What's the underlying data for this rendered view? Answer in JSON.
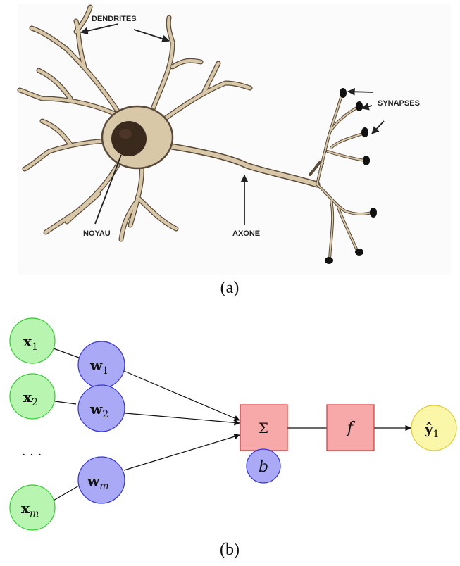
{
  "panel_a": {
    "caption": "(a)",
    "labels": {
      "dendrites": "DENDRITES",
      "synapses": "SYNAPSES",
      "nucleus": "NOYAU",
      "axon": "AXONE"
    }
  },
  "panel_b": {
    "caption": "(b)",
    "inputs": [
      {
        "base": "x",
        "sub": "1"
      },
      {
        "base": "x",
        "sub": "2"
      },
      {
        "base": "x",
        "sub": "m"
      }
    ],
    "weights": [
      {
        "base": "w",
        "sub": "1"
      },
      {
        "base": "w",
        "sub": "2"
      },
      {
        "base": "w",
        "sub": "m"
      }
    ],
    "ellipsis": "· · ·",
    "sum_symbol": "Σ",
    "activation": "f",
    "bias": "b",
    "output": {
      "base": "ŷ",
      "sub": "1"
    },
    "colors": {
      "input_fill": "#b8f5b0",
      "input_stroke": "#33cc33",
      "weight_fill": "#a9a9f5",
      "weight_stroke": "#3333dd",
      "box_fill": "#f7a8a8",
      "box_stroke": "#dd3333",
      "output_fill": "#fbf7a8",
      "output_stroke": "#ddcc33"
    }
  }
}
